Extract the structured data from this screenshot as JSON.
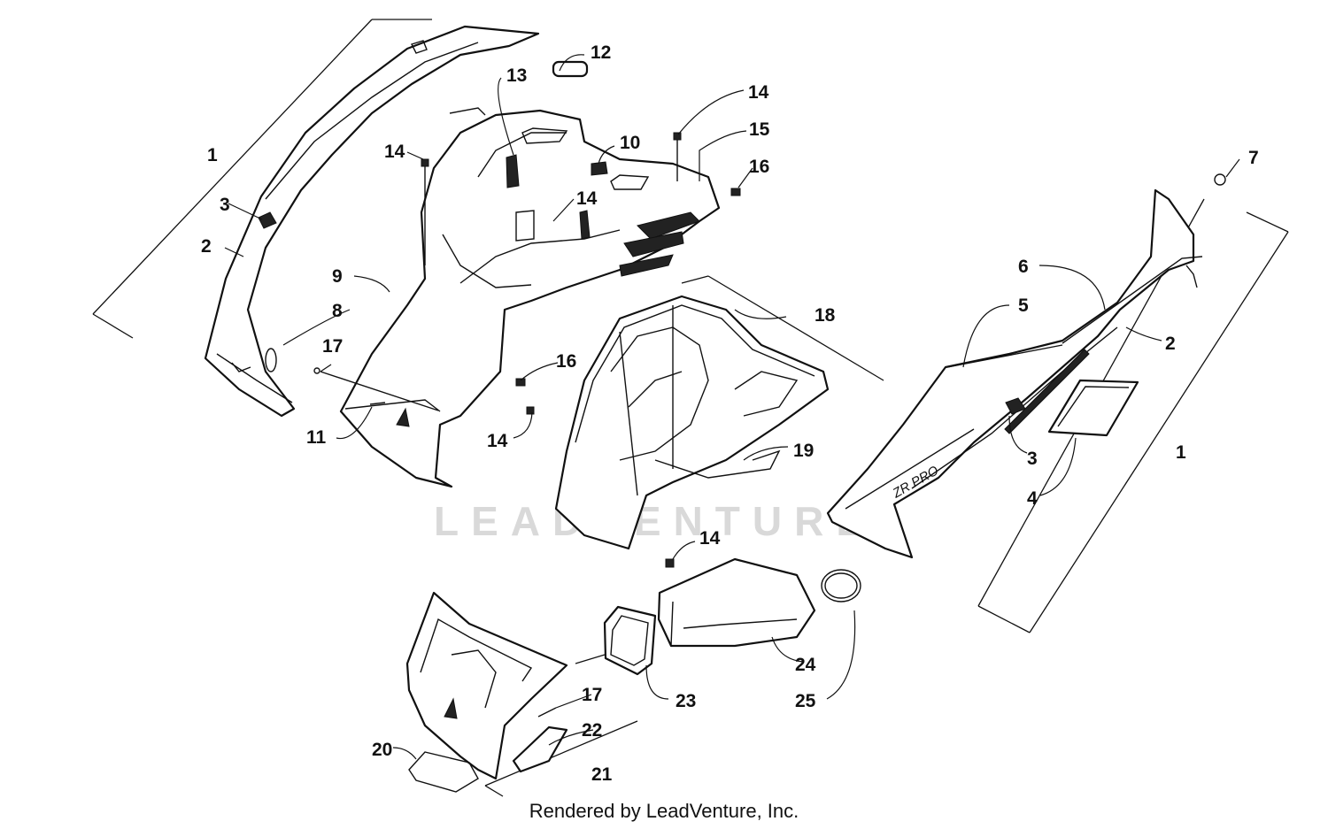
{
  "watermark": "LEADVENTURE",
  "footer": "Rendered by LeadVenture, Inc.",
  "callouts": {
    "c1_left": "1",
    "c2_left": "2",
    "c3_left": "3",
    "c8": "8",
    "c9": "9",
    "c17_a": "17",
    "c11": "11",
    "c13": "13",
    "c12": "12",
    "c14_a": "14",
    "c10": "10",
    "c14_b": "14",
    "c14_c": "14",
    "c15": "15",
    "c16_a": "16",
    "c16_b": "16",
    "c14_d": "14",
    "c18": "18",
    "c19": "19",
    "c14_e": "14",
    "c7": "7",
    "c6": "6",
    "c5": "5",
    "c2_right": "2",
    "c3_right": "3",
    "c4": "4",
    "c1_right": "1",
    "c24": "24",
    "c23": "23",
    "c25": "25",
    "c17_b": "17",
    "c22": "22",
    "c20": "20",
    "c21": "21"
  }
}
